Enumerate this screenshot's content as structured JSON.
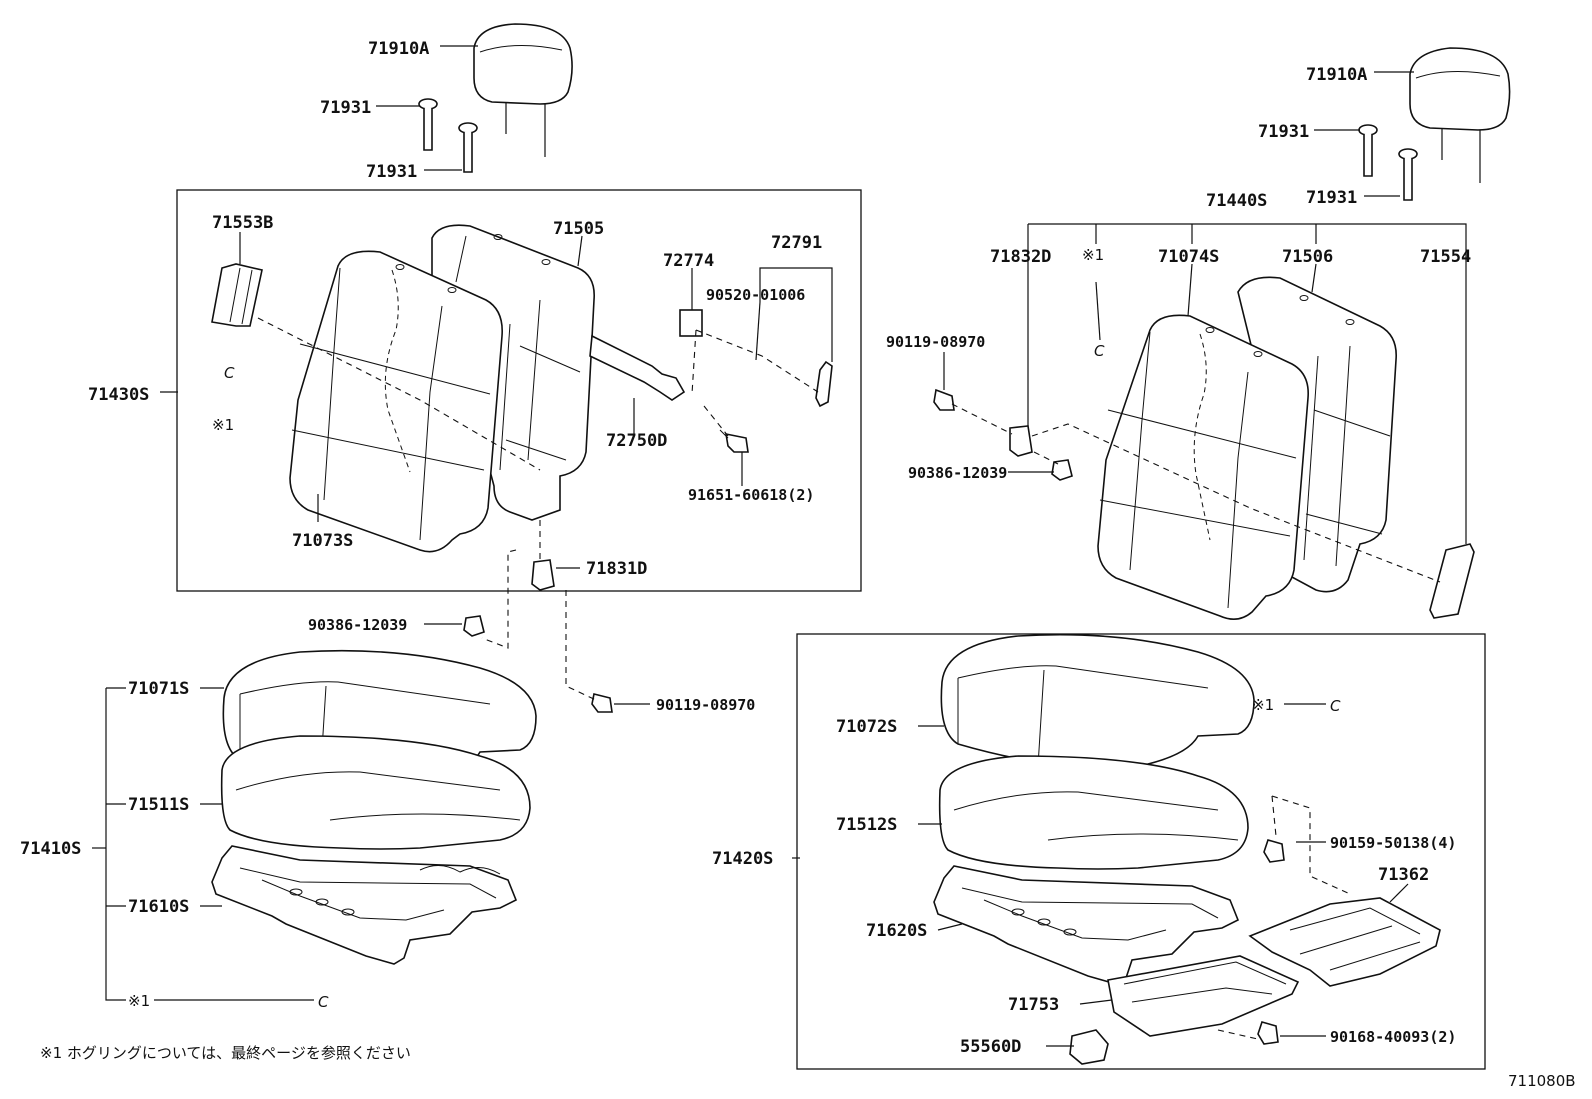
{
  "labels": {
    "p71910A_l": "71910A",
    "p71931_l1": "71931",
    "p71931_l2": "71931",
    "p71553B": "71553B",
    "p71505": "71505",
    "p72774": "72774",
    "p72791": "72791",
    "p90520": "90520-01006",
    "p71430S": "71430S",
    "p72750D": "72750D",
    "p91651": "91651-60618(2)",
    "p71073S": "71073S",
    "p71831D": "71831D",
    "p90386_l": "90386-12039",
    "p90119_l": "90119-08970",
    "p71071S": "71071S",
    "p71511S": "71511S",
    "p71410S": "71410S",
    "p71610S": "71610S",
    "ref_l": "※1",
    "ref_l_c": "C",
    "ref_ul": "※1",
    "ref_ul_c": "C",
    "p71910A_r": "71910A",
    "p71931_r1": "71931",
    "p71931_r2": "71931",
    "p71440S": "71440S",
    "p71832D": "71832D",
    "ref_ur": "※1",
    "ref_ur_c": "C",
    "p71074S": "71074S",
    "p71506": "71506",
    "p71554": "71554",
    "p90119_r": "90119-08970",
    "p90386_r": "90386-12039",
    "p71072S": "71072S",
    "ref_r": "※1",
    "ref_r_c": "C",
    "p71512S": "71512S",
    "p71420S": "71420S",
    "p90159": "90159-50138(4)",
    "p71362": "71362",
    "p71620S": "71620S",
    "p71753": "71753",
    "p55560D": "55560D",
    "p90168": "90168-40093(2)"
  },
  "footnote": "※1 ホグリングについては、最終ページを参照ください",
  "figure_id": "711080B"
}
